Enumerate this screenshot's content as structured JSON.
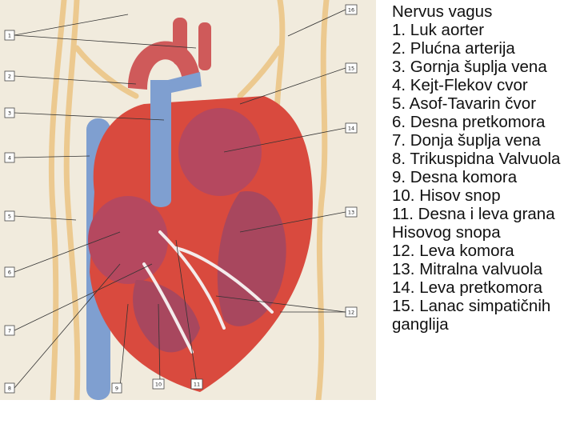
{
  "legend": {
    "items": [
      "Nervus vagus",
      "1. Luk aorter",
      "2. Plućna arterija",
      "3. Gornja šuplja vena",
      "4. Kejt-Flekov cvor",
      "5. Asof-Tavarin čvor",
      "6. Desna pretkomora",
      "7. Donja šuplja vena",
      "8. Trikuspidna Valvuola",
      "9. Desna komora",
      "10. Hisov snop",
      "11. Desna i leva grana Hisovog snopa",
      "12. Leva komora",
      "13. Mitralna valvuola",
      "14. Leva pretkomora",
      "15. Lanac simpatičnih ganglija"
    ]
  },
  "figure": {
    "tags": {
      "t1": "1",
      "t2": "2",
      "t3": "3",
      "t4": "4",
      "t5": "5",
      "t6": "6",
      "t7": "7",
      "t8": "8",
      "t9": "9",
      "t10": "10",
      "t11": "11",
      "t12": "12",
      "t13": "13",
      "t14": "14",
      "t15": "15",
      "t16": "16"
    },
    "colors": {
      "background": "#f1ebdd",
      "myocardium": "#d94a3e",
      "chamber": "#b5485f",
      "artery": "#cf5a5a",
      "vein": "#7f9fd0",
      "nerve": "#ecc98f"
    }
  }
}
